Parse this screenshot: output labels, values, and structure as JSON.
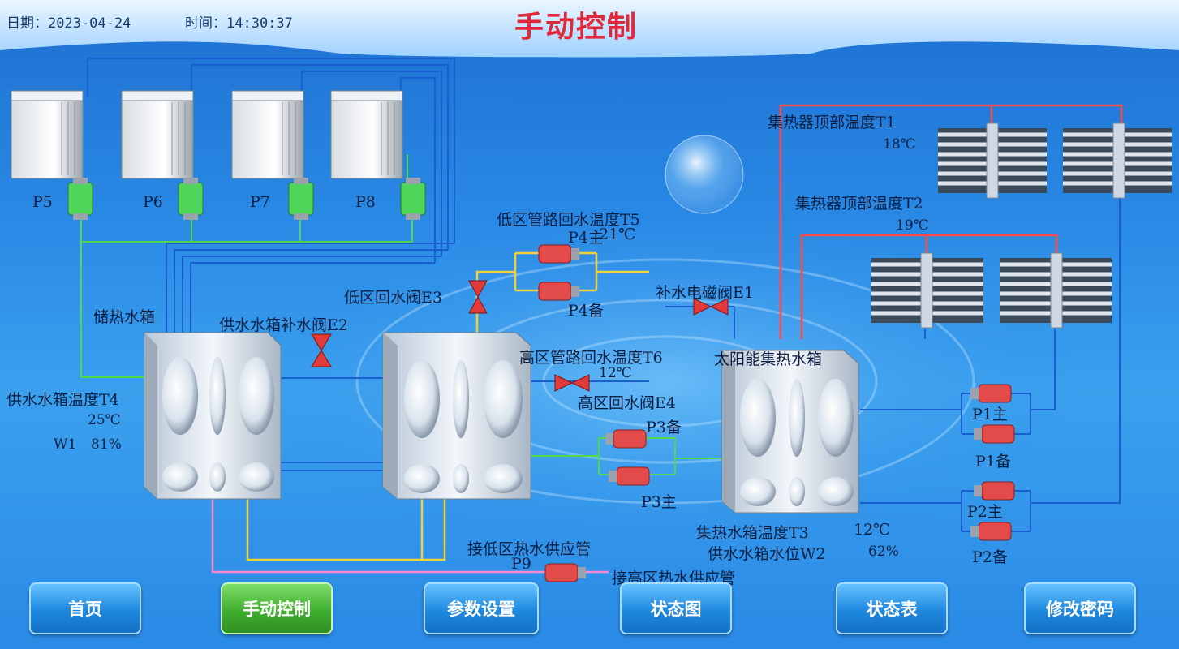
{
  "header": {
    "date_label": "日期：2023-04-24",
    "time_label": "时间：14:30:37",
    "title": "手动控制"
  },
  "units": [
    {
      "id": "P5",
      "label": "P5"
    },
    {
      "id": "P6",
      "label": "P6"
    },
    {
      "id": "P7",
      "label": "P7"
    },
    {
      "id": "P8",
      "label": "P8"
    }
  ],
  "tanks": {
    "storage": {
      "label": "储热水箱"
    },
    "solar": {
      "label": "太阳能集热水箱"
    }
  },
  "valves": {
    "e2": "供水水箱补水阀E2",
    "e3": "低区回水阀E3",
    "e4": "高区回水阀E4",
    "e1": "补水电磁阀E1"
  },
  "sensors": {
    "t5": {
      "label": "低区管路回水温度T5",
      "value": "21℃"
    },
    "t6": {
      "label": "高区管路回水温度T6",
      "value": "12℃"
    },
    "t1": {
      "label": "集热器顶部温度T1",
      "value": "18℃"
    },
    "t2": {
      "label": "集热器顶部温度T2",
      "value": "19℃"
    },
    "t4": {
      "label": "供水水箱温度T4",
      "value": "25℃"
    },
    "w1": {
      "label": "W1",
      "value": "81%"
    },
    "t3": {
      "label": "集热水箱温度T3",
      "value": "12℃"
    },
    "w2": {
      "label": "供水水箱水位W2",
      "value": "62%"
    }
  },
  "pumps": {
    "p4_main": "P4主",
    "p4_backup": "P4备",
    "p3_backup": "P3备",
    "p3_main": "P3主",
    "p1_main": "P1主",
    "p1_backup": "P1备",
    "p2_main": "P2主",
    "p2_backup": "P2备",
    "p9": "P9"
  },
  "pipes": {
    "low_supply": "接低区热水供应管",
    "high_supply": "接高区热水供应管"
  },
  "nav": [
    {
      "label": "首页",
      "active": false
    },
    {
      "label": "手动控制",
      "active": true
    },
    {
      "label": "参数设置",
      "active": false
    },
    {
      "label": "状态图",
      "active": false
    },
    {
      "label": "状态表",
      "active": false
    },
    {
      "label": "修改密码",
      "active": false
    }
  ],
  "colors": {
    "pipe_blue": "#1a5fd0",
    "pipe_green": "#4ed84a",
    "pipe_yellow": "#f2d23c",
    "pipe_red": "#ff4a4a",
    "pipe_pink": "#ff8ad0",
    "title_red": "#e0283a"
  }
}
